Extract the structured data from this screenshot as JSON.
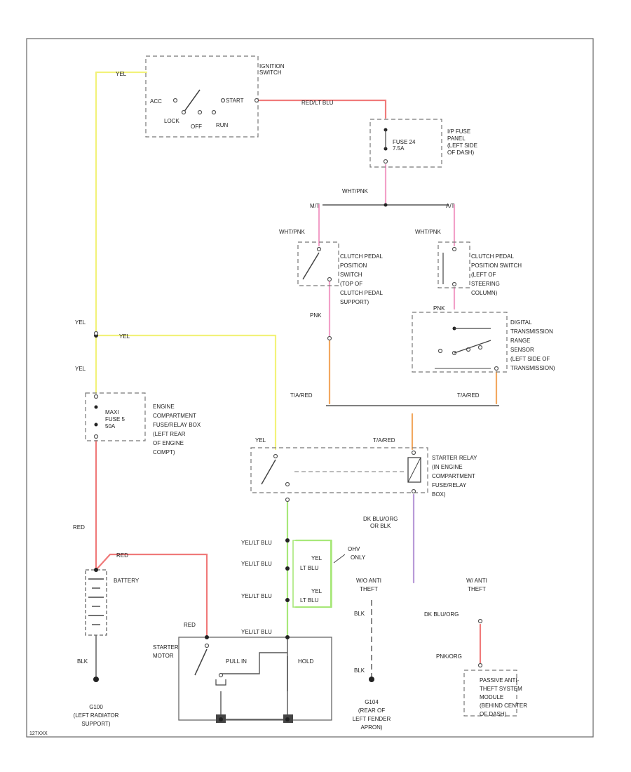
{
  "colors": {
    "yel": "#f2f27a",
    "red": "#f07a7a",
    "pink": "#f2a0c8",
    "orange": "#f2a860",
    "green": "#a8e87a",
    "purple": "#b89ad8",
    "black": "#555555"
  },
  "labels": {
    "yel_top": "YEL",
    "ignition_switch": [
      "IGNITION",
      "SWITCH"
    ],
    "acc": "ACC",
    "lock": "LOCK",
    "off": "OFF",
    "run": "RUN",
    "start": "START",
    "red_lt_blu": "RED/LT BLU",
    "fuse24": [
      "FUSE 24",
      "7.5A"
    ],
    "ip_fuse_panel": [
      "I/P FUSE",
      "PANEL",
      "(LEFT SIDE",
      "OF DASH)"
    ],
    "wht_pnk_top": "WHT/PNK",
    "mt": "M/T",
    "at": "A/T",
    "wht_pnk_left": "WHT/PNK",
    "wht_pnk_right": "WHT/PNK",
    "clutch_left": [
      "CLUTCH PEDAL",
      "POSITION",
      "SWITCH",
      "(TOP OF",
      "CLUTCH PEDAL",
      "SUPPORT)"
    ],
    "clutch_right": [
      "CLUTCH PEDAL",
      "POSITION SWITCH",
      "(LEFT OF",
      "STEERING",
      "COLUMN)"
    ],
    "pnk_left": "PNK",
    "pnk_right": "PNK",
    "dtr_sensor": [
      "DIGITAL",
      "TRANSMISSION",
      "RANGE",
      "SENSOR",
      "(LEFT SIDE OF",
      "TRANSMISSION)"
    ],
    "yel_mid": "YEL",
    "yel_branch": "YEL",
    "yel_lower": "YEL",
    "maxi_fuse": [
      "MAXI",
      "FUSE 5",
      "50A"
    ],
    "engine_fuse_box": [
      "ENGINE",
      "COMPARTMENT",
      "FUSE/RELAY BOX",
      "(LEFT REAR",
      "OF ENGINE",
      "COMPT)"
    ],
    "t_red_left": "T/A/RED",
    "t_red_right": "T/A/RED",
    "t_red_center": "T/A/RED",
    "yel_relay": "YEL",
    "starter_relay": [
      "STARTER RELAY",
      "(IN ENGINE",
      "COMPARTMENT",
      "FUSE/RELAY",
      "BOX)"
    ],
    "dk_blu_org": [
      "DK BLU/ORG",
      "OR BLK"
    ],
    "red_left": "RED",
    "red_batt": "RED",
    "battery": "BATTERY",
    "yel_lt_blu_1": "YEL/LT BLU",
    "yel_lt_blu_2": "YEL/LT BLU",
    "yel_lt_blu_3": "YEL/LT BLU",
    "yel_lt_blu_4": "YEL/LT BLU",
    "box_yel": "YEL",
    "box_lt_blu_1": "LT BLU",
    "box_yel_2": "YEL",
    "box_lt_blu_2": "LT BLU",
    "ohv_only": [
      "OHV",
      "ONLY"
    ],
    "wo_anti_theft": [
      "W/O ANTI",
      "THEFT"
    ],
    "w_anti_theft": [
      "W/ ANTI",
      "THEFT"
    ],
    "blk_mid": "BLK",
    "blk_mid2": "BLK",
    "blk_left": "BLK",
    "dk_blu_org_2": "DK BLU/ORG",
    "pnk_org": "PNK/ORG",
    "red_starter": "RED",
    "starter_motor": [
      "STARTER",
      "MOTOR"
    ],
    "pull_in": "PULL IN",
    "hold": "HOLD",
    "g100": [
      "G100",
      "(LEFT RADIATOR",
      "SUPPORT)"
    ],
    "g104": [
      "G104",
      "(REAR OF",
      "LEFT FENDER",
      "APRON)"
    ],
    "pats_module": [
      "PASSIVE ANTI-",
      "THEFT SYSTEM",
      "MODULE",
      "(BEHIND CENTER",
      "OF DASH)"
    ],
    "footer": "127XXX"
  }
}
